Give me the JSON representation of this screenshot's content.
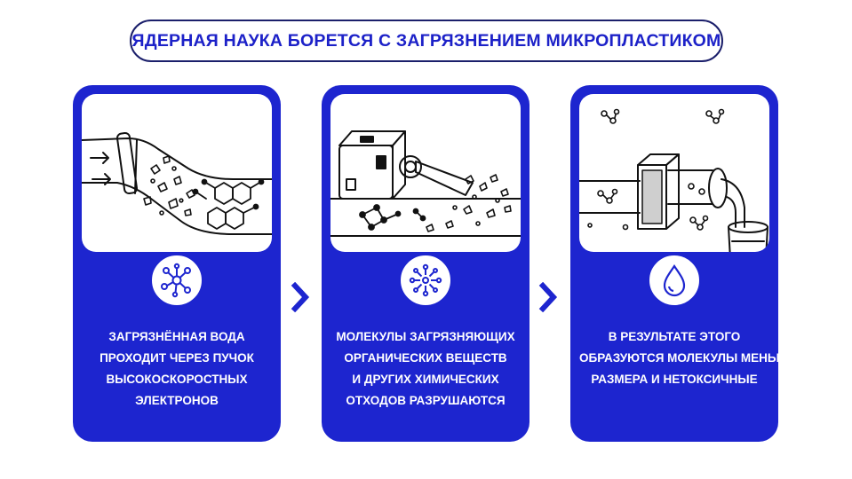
{
  "title": "ЯДЕРНАЯ НАУКА БОРЕТСЯ С ЗАГРЯЗНЕНИЕМ МИКРОПЛАСТИКОМ",
  "colors": {
    "accent": "#1d25cf",
    "title_text": "#1c21c8",
    "outline": "#1b1f6b",
    "background": "#ffffff"
  },
  "steps": [
    {
      "icon": "molecule-icon",
      "illustration": "pipe-with-pollutants-icon",
      "lines": [
        "ЗАГРЯЗНЁННАЯ ВОДА",
        "ПРОХОДИТ ЧЕРЕЗ ПУЧОК",
        "ВЫСОКОСКОРОСТНЫХ",
        "ЭЛЕКТРОНОВ"
      ]
    },
    {
      "icon": "breaking-molecule-icon",
      "illustration": "electron-beam-accelerator-icon",
      "lines": [
        "МОЛЕКУЛЫ ЗАГРЯЗНЯЮЩИХ",
        "ОРГАНИЧЕСКИХ ВЕЩЕСТВ",
        "И ДРУГИХ ХИМИЧЕСКИХ",
        "ОТХОДОВ РАЗРУШАЮТСЯ"
      ]
    },
    {
      "icon": "water-drop-icon",
      "illustration": "filter-and-clean-water-icon",
      "lines": [
        "В РЕЗУЛЬТАТЕ ЭТОГО",
        "ОБРАЗУЮТСЯ МОЛЕКУЛЫ МЕНЬШЕГО",
        "РАЗМЕРА И НЕТОКСИЧНЫЕ"
      ]
    }
  ],
  "arrows": [
    "chevron-right-icon",
    "chevron-right-icon"
  ]
}
